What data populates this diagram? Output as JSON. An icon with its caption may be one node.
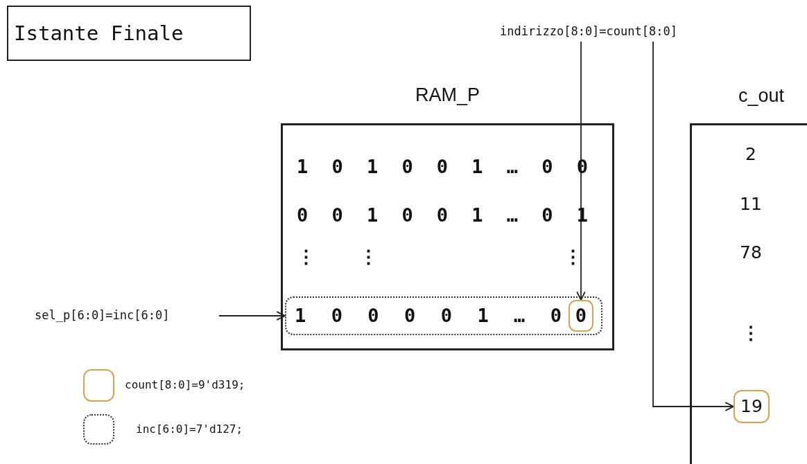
{
  "diagram": {
    "title": "Istante Finale",
    "nodes": [
      {
        "text": [
          "indirizzo[8:0]=count[8:0]"
        ]
      },
      {
        "text": [
          "RAM_P",
          "1 0 1 0 0 1 … 0 0",
          "0 0 1 0 0 1 … 0 1",
          "⋮",
          "⋮",
          "⋮"
        ]
      },
      {
        "text": [
          "1 0 0 0 0 1 … 0"
        ],
        "in": 1
      },
      {
        "text": [
          "0"
        ],
        "in": 2
      },
      {
        "text": [
          "c_out",
          "2",
          "11",
          "78",
          "⋮"
        ]
      },
      {
        "text": [
          "19"
        ],
        "in": 4
      },
      {
        "text": [
          "sel_p[6:0]=inc[6:0]"
        ]
      }
    ],
    "edges": [
      {
        "from": 0,
        "to": 3,
        "arrow": "to"
      },
      {
        "from": 0,
        "to": 5,
        "arrow": "to"
      },
      {
        "from": 6,
        "to": 2,
        "arrow": "to"
      }
    ],
    "legend": [
      {
        "text": "count[8:0]=9'd319;"
      },
      {
        "text": "inc[6:0]=7'd127;"
      }
    ]
  }
}
